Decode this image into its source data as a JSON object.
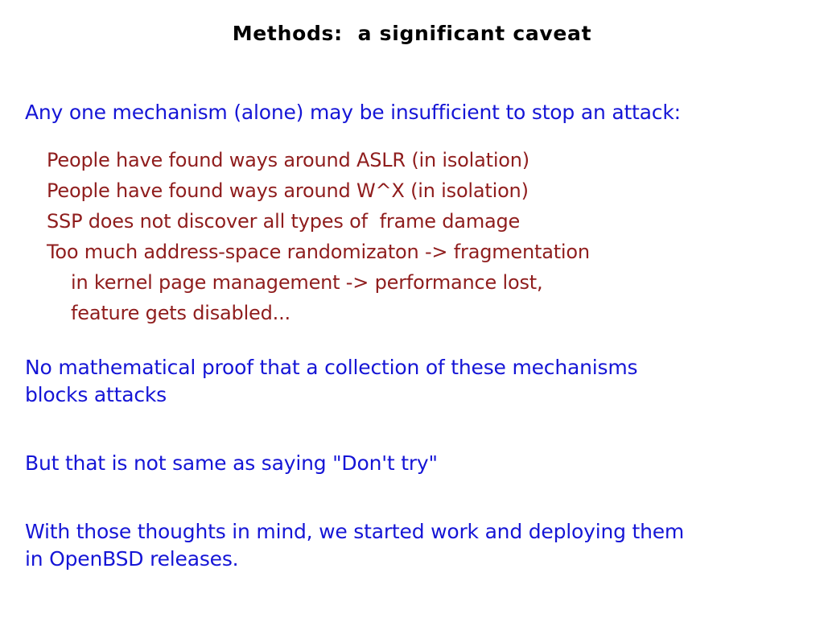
{
  "slide": {
    "title": "Methods:  a significant caveat",
    "background_color": "#ffffff",
    "title_color": "#000000",
    "accent_blue": "#1515d6",
    "accent_red": "#8f1d1d",
    "intro": "Any one mechanism (alone) may be insufficient to stop an attack:",
    "bullets": [
      {
        "text": "People have found ways around ASLR (in isolation)",
        "indent": 0
      },
      {
        "text": "People have found ways around W^X (in isolation)",
        "indent": 0
      },
      {
        "text": "SSP does not discover all types of  frame damage",
        "indent": 0
      },
      {
        "text": "Too much address-space randomizaton -> fragmentation",
        "indent": 0
      },
      {
        "text": "in kernel page management -> performance lost,",
        "indent": 1
      },
      {
        "text": "feature gets disabled...",
        "indent": 1
      }
    ],
    "paragraphs": [
      {
        "lines": [
          "No mathematical proof that a collection of these mechanisms",
          "blocks attacks"
        ]
      },
      {
        "lines": [
          "But that is not same as saying \"Don't try\""
        ]
      },
      {
        "lines": [
          "With those thoughts in mind, we started work and deploying them",
          "in OpenBSD releases."
        ]
      }
    ]
  }
}
